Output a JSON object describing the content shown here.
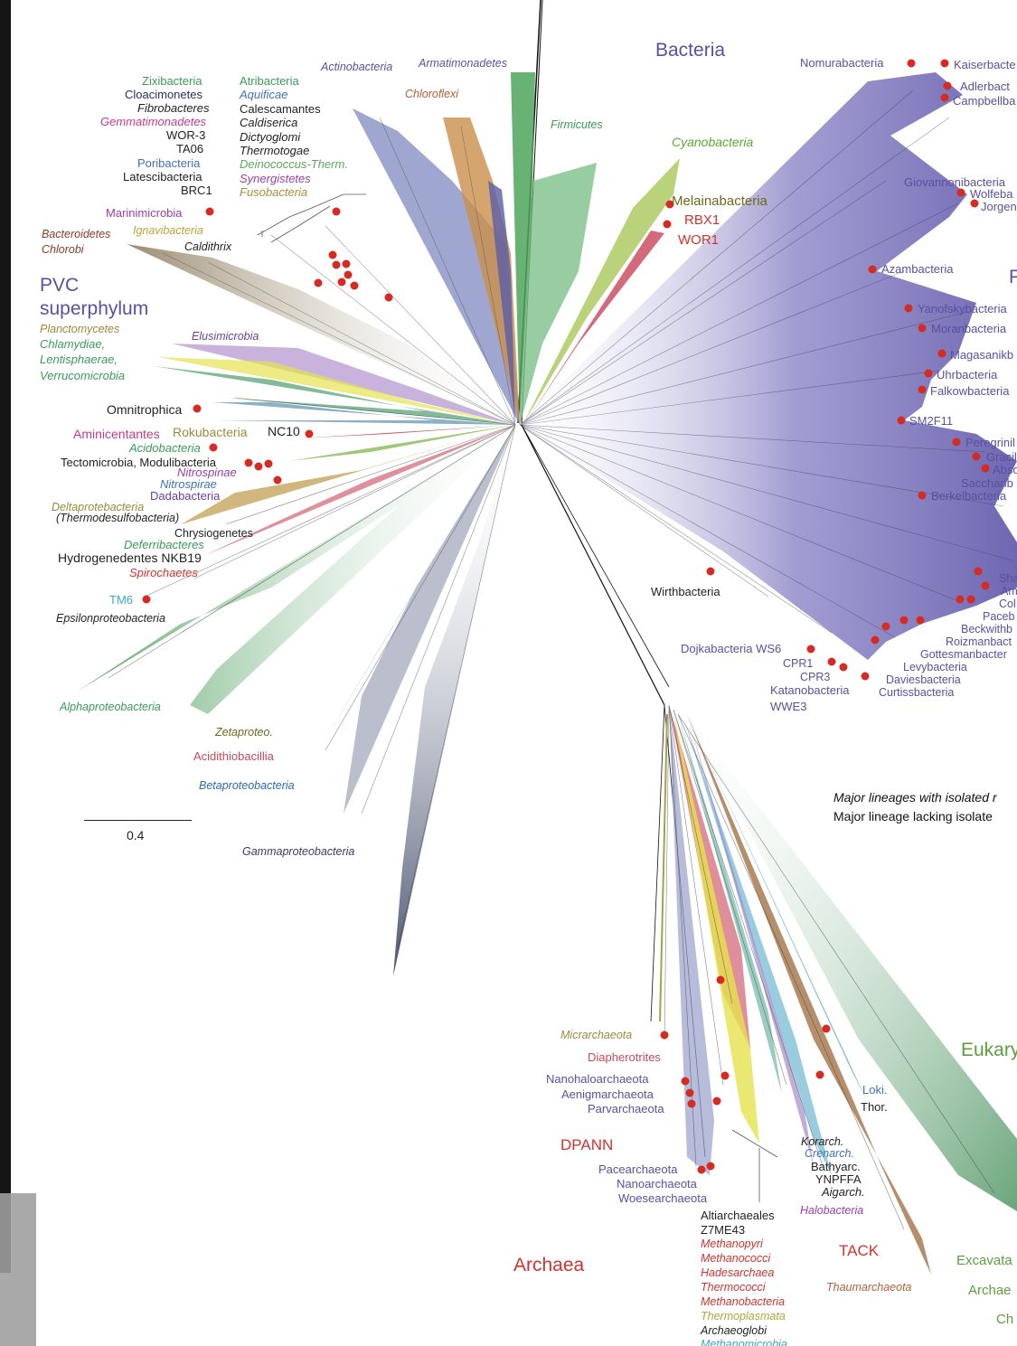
{
  "colors": {
    "bacteria": "#5a4fa0",
    "archaea": "#d2322d",
    "eukaryota": "#5f9d3c",
    "isolate_dot": "#d62b22",
    "purple_fan": "#8b85c6",
    "green_fan": "#74b87f",
    "brown_fan": "#b4a48a"
  },
  "domains": {
    "bacteria": "Bacteria",
    "archaea": "Archaea",
    "eukaryota": "Eukary",
    "pvc_line1": "PVC",
    "pvc_line2": "superphylum",
    "dpann": "DPANN",
    "tack": "TACK",
    "cpr_partial": "P"
  },
  "scale": "0.4",
  "legend": {
    "isolated": "Major lineages with isolated r",
    "lacking": "Major lineage lacking isolate"
  },
  "top_left": {
    "col1": [
      "Zixibacteria",
      "Cloacimonetes",
      "Fibrobacteres",
      "Gemmatimonadetes",
      "WOR-3",
      "TA06",
      "Poribacteria",
      "Latescibacteria",
      "BRC1"
    ],
    "col2": [
      "Atribacteria",
      "Aquificae",
      "Calescamantes",
      "Caldiserica",
      "Dictyoglomi",
      "Thermotogae",
      "Deinococcus-Therm.",
      "Synergistetes",
      "Fusobacteria"
    ],
    "actino": "Actinobacteria",
    "armati": "Armatimonadetes",
    "chloroflexi": "Chloroflexi",
    "firmicutes": "Firmicutes",
    "cyano": "Cyanobacteria",
    "melaina": "Melainabacteria",
    "rbx1": "RBX1",
    "wor1": "WOR1",
    "marini": "Marinimicrobia",
    "bacteroidetes": "Bacteroidetes",
    "ignavi": "Ignavibacteria",
    "chlorobi": "Chlorobi",
    "caldithrix": "Caldithrix"
  },
  "left": {
    "plancto": "Planctomycetes",
    "chlamydiae": "Chlamydiae,",
    "lentis": "Lentisphaerae,",
    "verruco": "Verrucomicrobia",
    "elusi": "Elusimicrobia",
    "omni": "Omnitrophica",
    "amini": "Aminicentantes",
    "roku": "Rokubacteria",
    "nc10": "NC10",
    "acido": "Acidobacteria",
    "tecto": "Tectomicrobia, Modulibacteria",
    "nitrospinae": "Nitrospinae",
    "nitrospirae": "Nitrospirae",
    "dada": "Dadabacteria",
    "delta": "Deltaprotebacteria",
    "thermodesulfo": "(Thermodesulfobacteria)",
    "chrysio": "Chrysiogenetes",
    "deferri": "Deferribacteres",
    "hydrogen": "Hydrogenedentes NKB19",
    "spiro": "Spirochaetes",
    "tm6": "TM6",
    "epsilon": "Epsilonproteobacteria",
    "alpha": "Alphaproteobacteria",
    "zeta": "Zetaproteo.",
    "acidithio": "Acidithiobacillia",
    "beta": "Betaproteobacteria",
    "gamma": "Gammaproteobacteria"
  },
  "cpr": {
    "nomura": "Nomurabacteria",
    "kaiser": "Kaiserbacte",
    "adler": "Adlerbact",
    "campbell": "Campbellba",
    "giovanni": "Giovannonibacteria",
    "wolfe": "Wolfeba",
    "jorgen": "Jorgen",
    "azam": "Azambacteria",
    "yanofsky": "Yanofskybacteria",
    "moran": "Moranbacteria",
    "magasanik": "Magasanikb",
    "uhr": "Uhrbacteria",
    "falkow": "Falkowbacteria",
    "sm2f11": "SM2F11",
    "peregrini": "Peregrinil",
    "gracil": "Gracil",
    "abso": "Abso",
    "sacchari": "Saccharib",
    "berkel": "Berkelbacteria",
    "wirth": "Wirthbacteria",
    "sha": "Sha",
    "am": "Am",
    "col": "Col",
    "paceb": "Paceb",
    "beckwith": "Beckwithb",
    "roizman": "Roizmanbact",
    "gottesman": "Gottesmanbacter",
    "levy": "Levybacteria",
    "davies": "Daviesbacteria",
    "curtiss": "Curtissbacteria",
    "dojka": "Dojkabacteria WS6",
    "cpr1": "CPR1",
    "cpr3": "CPR3",
    "katano": "Katanobacteria",
    "wwe3": "WWE3"
  },
  "archaea": {
    "micrarch": "Micrarchaeota",
    "diapher": "Diapherotrites",
    "nanohalo": "Nanohaloarchaeota",
    "aenigm": "Aenigmarchaeota",
    "parv": "Parvarchaeota",
    "pacear": "Pacearchaeota",
    "nanoar": "Nanoarchaeota",
    "woese": "Woesearchaeota",
    "altiarch": "Altiarchaeales",
    "z7me43": "Z7ME43",
    "methanopyri": "Methanopyri",
    "methanococci": "Methanococci",
    "hadesarch": "Hadesarchaea",
    "thermococci": "Thermococci",
    "methanobact": "Methanobacteria",
    "thermoplasm": "Thermoplasmata",
    "archaeoglobi": "Archaeoglobi",
    "methanomicro": "Methanomicrobia",
    "korarch": "Korarch.",
    "crenarch": "Crenarch.",
    "bathyarc": "Bathyarc.",
    "ynpffa": "YNPFFA",
    "aigarch": "Aigarch.",
    "halobact": "Halobacteria",
    "loki": "Loki.",
    "thor": "Thor.",
    "thaum": "Thaumarchaeota"
  },
  "eukaryota": {
    "excavata": "Excavata",
    "archae_partial": "Archae",
    "ch_partial": "Ch"
  }
}
